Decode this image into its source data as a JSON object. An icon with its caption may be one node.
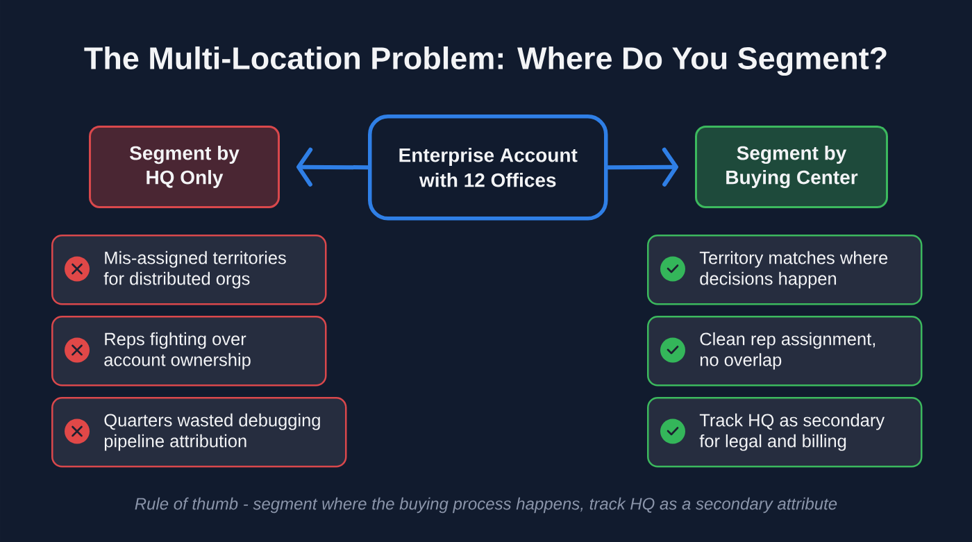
{
  "diagram": {
    "title": "The Multi-Location Problem: Where Do You Segment?",
    "caption": "Rule of thumb - segment where the buying process happens, track HQ as a secondary attribute",
    "nodes": [
      {
        "text": [
          "Segment by HQ Only"
        ]
      },
      {
        "text": [
          "Enterprise Account with 12 Offices"
        ]
      },
      {
        "text": [
          "Segment by Buying Center"
        ]
      },
      {
        "text": [
          "Mis-assigned territories for distributed orgs"
        ]
      },
      {
        "text": [
          "Reps fighting over account ownership"
        ]
      },
      {
        "text": [
          "Quarters wasted debugging pipeline attribution"
        ]
      },
      {
        "text": [
          "Territory matches where decisions happen"
        ]
      },
      {
        "text": [
          "Clean rep assignment, no overlap"
        ]
      },
      {
        "text": [
          "Track HQ as secondary for legal and billing"
        ]
      }
    ],
    "edges": [
      {
        "from": 1,
        "to": 0,
        "arrow": "to"
      },
      {
        "from": 1,
        "to": 2,
        "arrow": "to"
      }
    ]
  }
}
